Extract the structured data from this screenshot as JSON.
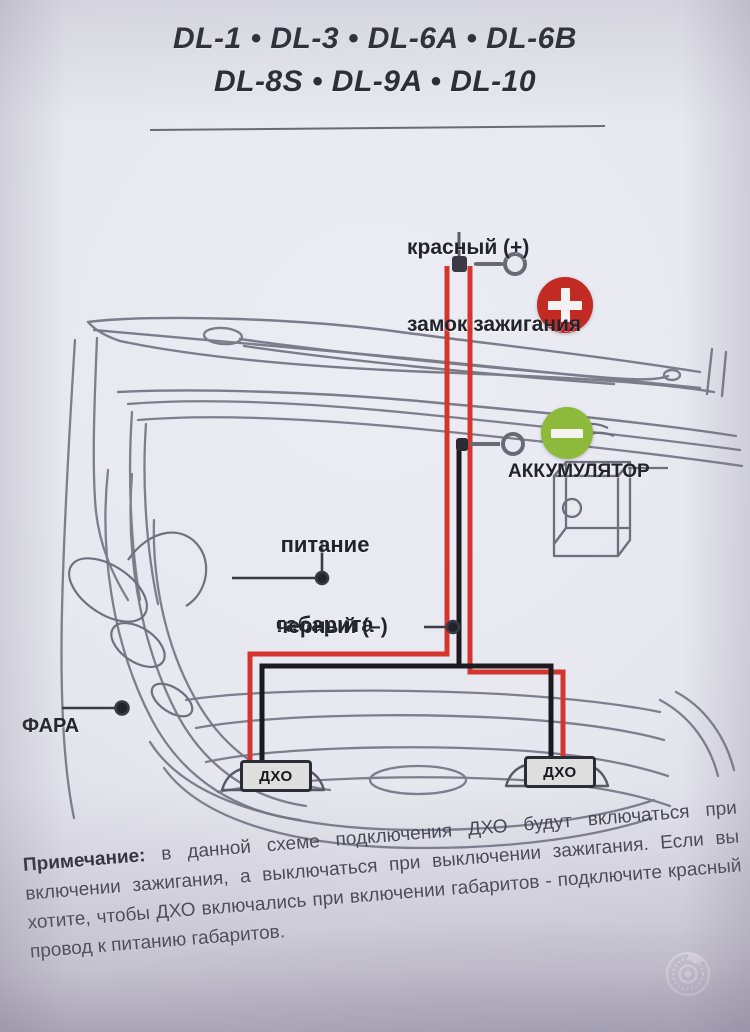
{
  "document": {
    "title_line1": "DL-1 • DL-3 • DL-6A • DL-6B",
    "title_line2": "DL-8S • DL-9A • DL-10"
  },
  "labels": {
    "ignition_line1": "красный (+)",
    "ignition_line2": "замок зажигания",
    "battery": "АККУМУЛЯТОР",
    "parking_line1": "питание",
    "parking_line2": "габарита",
    "black_negative": "черный (–)",
    "headlight": "ФАРА",
    "drl_left": "ДХО",
    "drl_right": "ДХО"
  },
  "badges": {
    "plus": "+",
    "minus": "–"
  },
  "note": {
    "heading": "Примечание:",
    "body": " в данной схеме подключения ДХО будут включаться при включении зажигания, а выключаться при выключении зажигания. Если вы хотите, чтобы ДХО включались при включении габаритов - подключите красный провод к питанию габаритов."
  },
  "colors": {
    "paper": "#e7e7ef",
    "ink": "#23232b",
    "line_art": "#6e6e7c",
    "wire_red": "#d4352c",
    "wire_black": "#1b1b1f",
    "badge_plus": "#c22a24",
    "badge_minus": "#8dba3b"
  }
}
